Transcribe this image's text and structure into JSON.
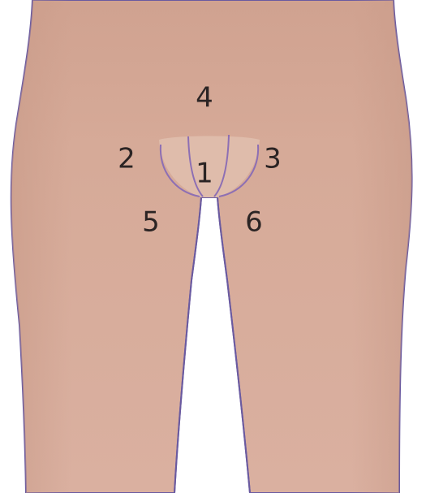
{
  "colors": {
    "skin": "#d7ab9a",
    "skin_top": "#d3a694",
    "panty_zone": "#ddbaa9",
    "outline": "#6a5aa0",
    "zone_line": "#8d6fb4",
    "label_text": "#2b2424",
    "background": "#ffffff"
  },
  "labels": {
    "zone_1": "1",
    "zone_2": "2",
    "zone_3": "3",
    "zone_4": "4",
    "zone_5": "5",
    "zone_6": "6"
  }
}
